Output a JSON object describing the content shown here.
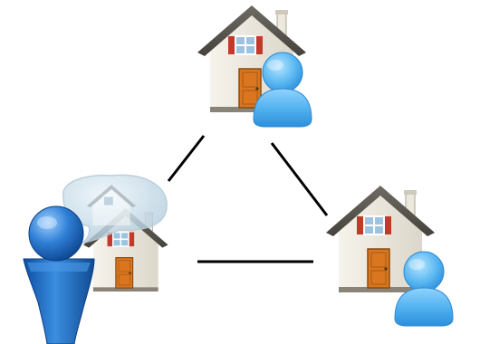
{
  "diagram": {
    "nodes": [
      {
        "id": "top",
        "icon": "house-with-user-icon"
      },
      {
        "id": "right",
        "icon": "house-with-user-icon"
      },
      {
        "id": "left",
        "icon": "person-with-house-thought-bubble-icon"
      }
    ],
    "links": [
      {
        "from": "left",
        "to": "top"
      },
      {
        "from": "top",
        "to": "right"
      },
      {
        "from": "left",
        "to": "right"
      }
    ],
    "colors": {
      "wall": "#f1eee6",
      "wall_shade": "#d9d4c6",
      "roof": "#5e5b55",
      "roof_dark": "#3f3c37",
      "door": "#d9761f",
      "window_shutter": "#c23a2c",
      "window_glass": "#9cc3e0",
      "user_blue": "#5cb8f0",
      "user_blue_dark": "#2a8fd6",
      "person_blue": "#1f6fc4",
      "person_blue_dark": "#0f4a92",
      "bubble": "#c9dde9",
      "line": "#000000"
    }
  }
}
